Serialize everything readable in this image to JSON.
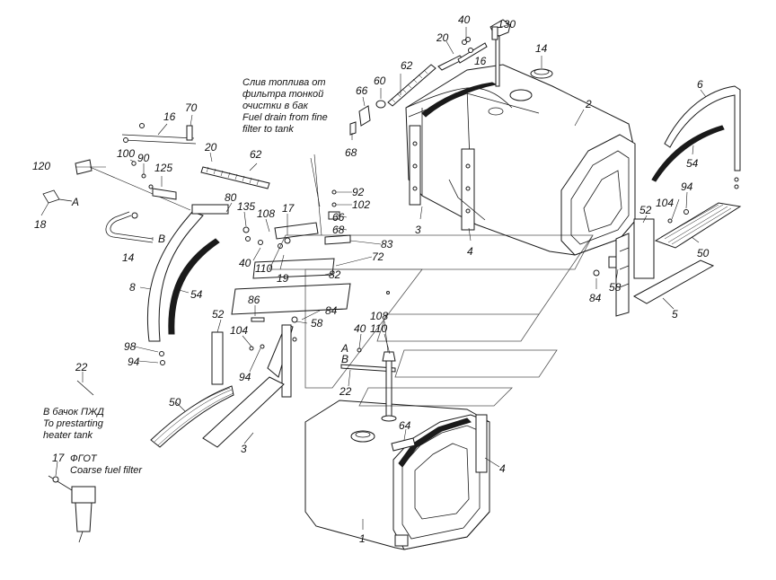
{
  "labels": [
    {
      "id": "p130",
      "text": "130"
    },
    {
      "id": "p40a",
      "text": "40"
    },
    {
      "id": "p20a",
      "text": "20"
    },
    {
      "id": "p16a",
      "text": "16"
    },
    {
      "id": "p14a",
      "text": "14"
    },
    {
      "id": "p62a",
      "text": "62"
    },
    {
      "id": "p60",
      "text": "60"
    },
    {
      "id": "p66a",
      "text": "66"
    },
    {
      "id": "p68a",
      "text": "68"
    },
    {
      "id": "p2",
      "text": "2"
    },
    {
      "id": "p6",
      "text": "6"
    },
    {
      "id": "p54a",
      "text": "54"
    },
    {
      "id": "p70",
      "text": "70"
    },
    {
      "id": "p16b",
      "text": "16"
    },
    {
      "id": "p100",
      "text": "100"
    },
    {
      "id": "p90",
      "text": "90"
    },
    {
      "id": "p120",
      "text": "120"
    },
    {
      "id": "p125",
      "text": "125"
    },
    {
      "id": "p20b",
      "text": "20"
    },
    {
      "id": "p62b",
      "text": "62"
    },
    {
      "id": "p18",
      "text": "18"
    },
    {
      "id": "pA1",
      "text": "A"
    },
    {
      "id": "p80",
      "text": "80"
    },
    {
      "id": "p135",
      "text": "135"
    },
    {
      "id": "p108a",
      "text": "108"
    },
    {
      "id": "p17a",
      "text": "17"
    },
    {
      "id": "p92",
      "text": "92"
    },
    {
      "id": "p102",
      "text": "102"
    },
    {
      "id": "p66b",
      "text": "66"
    },
    {
      "id": "p68b",
      "text": "68"
    },
    {
      "id": "p3a",
      "text": "3"
    },
    {
      "id": "p4a",
      "text": "4"
    },
    {
      "id": "p104a",
      "text": "104"
    },
    {
      "id": "p94a",
      "text": "94"
    },
    {
      "id": "p52a",
      "text": "52"
    },
    {
      "id": "p50a",
      "text": "50"
    },
    {
      "id": "pB1",
      "text": "B"
    },
    {
      "id": "p14b",
      "text": "14"
    },
    {
      "id": "p83",
      "text": "83"
    },
    {
      "id": "p72",
      "text": "72"
    },
    {
      "id": "p40b",
      "text": "40"
    },
    {
      "id": "p110a",
      "text": "110"
    },
    {
      "id": "p19",
      "text": "19"
    },
    {
      "id": "p82",
      "text": "82"
    },
    {
      "id": "p8",
      "text": "8"
    },
    {
      "id": "p54b",
      "text": "54"
    },
    {
      "id": "p84a",
      "text": "84"
    },
    {
      "id": "p58a",
      "text": "58"
    },
    {
      "id": "p5",
      "text": "5"
    },
    {
      "id": "p86",
      "text": "86"
    },
    {
      "id": "p84b",
      "text": "84"
    },
    {
      "id": "p52b",
      "text": "52"
    },
    {
      "id": "p58b",
      "text": "58"
    },
    {
      "id": "p104b",
      "text": "104"
    },
    {
      "id": "p40c",
      "text": "40"
    },
    {
      "id": "p108b",
      "text": "108"
    },
    {
      "id": "p110b",
      "text": "110"
    },
    {
      "id": "p98",
      "text": "98"
    },
    {
      "id": "p94b",
      "text": "94"
    },
    {
      "id": "pA2",
      "text": "A"
    },
    {
      "id": "pB2",
      "text": "B"
    },
    {
      "id": "p94c",
      "text": "94"
    },
    {
      "id": "p22a",
      "text": "22"
    },
    {
      "id": "p22b",
      "text": "22"
    },
    {
      "id": "p50b",
      "text": "50"
    },
    {
      "id": "p3b",
      "text": "3"
    },
    {
      "id": "p64",
      "text": "64"
    },
    {
      "id": "p4b",
      "text": "4"
    },
    {
      "id": "p17b",
      "text": "17"
    },
    {
      "id": "p1",
      "text": "1"
    }
  ],
  "notes": {
    "fine_filter_drain": [
      "Слив топлива от",
      "фильтра тонкой",
      "очистки в бак",
      "Fuel drain from fine",
      "filter to tank"
    ],
    "prestarting_heater": [
      "В бачок ПЖД",
      "To prestarting",
      "heater  tank"
    ],
    "coarse_filter": [
      "ФГОТ",
      "Coarse fuel filter"
    ]
  }
}
